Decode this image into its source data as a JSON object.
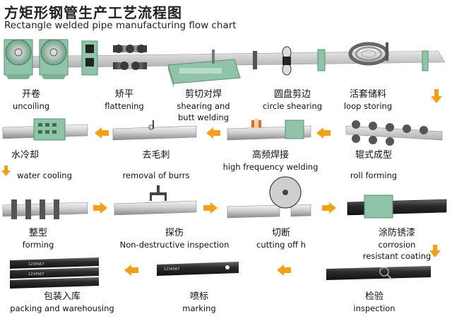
{
  "title": {
    "cn": "方矩形钢管生产工艺流程图",
    "en": "Rectangle welded pipe manufacturing flow chart"
  },
  "steps": [
    {
      "cn": "开卷",
      "en": "uncoiling"
    },
    {
      "cn": "矫平",
      "en": "flattening"
    },
    {
      "cn": "剪切对焊",
      "en": "shearing and butt welding"
    },
    {
      "cn": "圆盘剪边",
      "en": "circle shearing"
    },
    {
      "cn": "活套储料",
      "en": "loop storing"
    },
    {
      "cn": "水冷却",
      "en": "water cooling"
    },
    {
      "cn": "去毛刺",
      "en": "removal of burrs"
    },
    {
      "cn": "高频焊接",
      "en": "high frequency welding"
    },
    {
      "cn": "辊式成型",
      "en": "roll forming"
    },
    {
      "cn": "整型",
      "en": "forming"
    },
    {
      "cn": "探伤",
      "en": "Non-destructive inspection"
    },
    {
      "cn": "切断",
      "en": "cutting off h"
    },
    {
      "cn": "涂防锈漆",
      "en": "corrosion resistant coating"
    },
    {
      "cn": "包装入库",
      "en": "packing and warehousing"
    },
    {
      "cn": "喷标",
      "en": "marking"
    },
    {
      "cn": "检验",
      "en": "inspection"
    }
  ],
  "pipe_marking": "1234567",
  "colors": {
    "arrow": "#f0a019",
    "equipment_green": "#8fc4a8",
    "pipe_light": "#d9d9d9",
    "pipe_dark": "#2a2a2a"
  }
}
